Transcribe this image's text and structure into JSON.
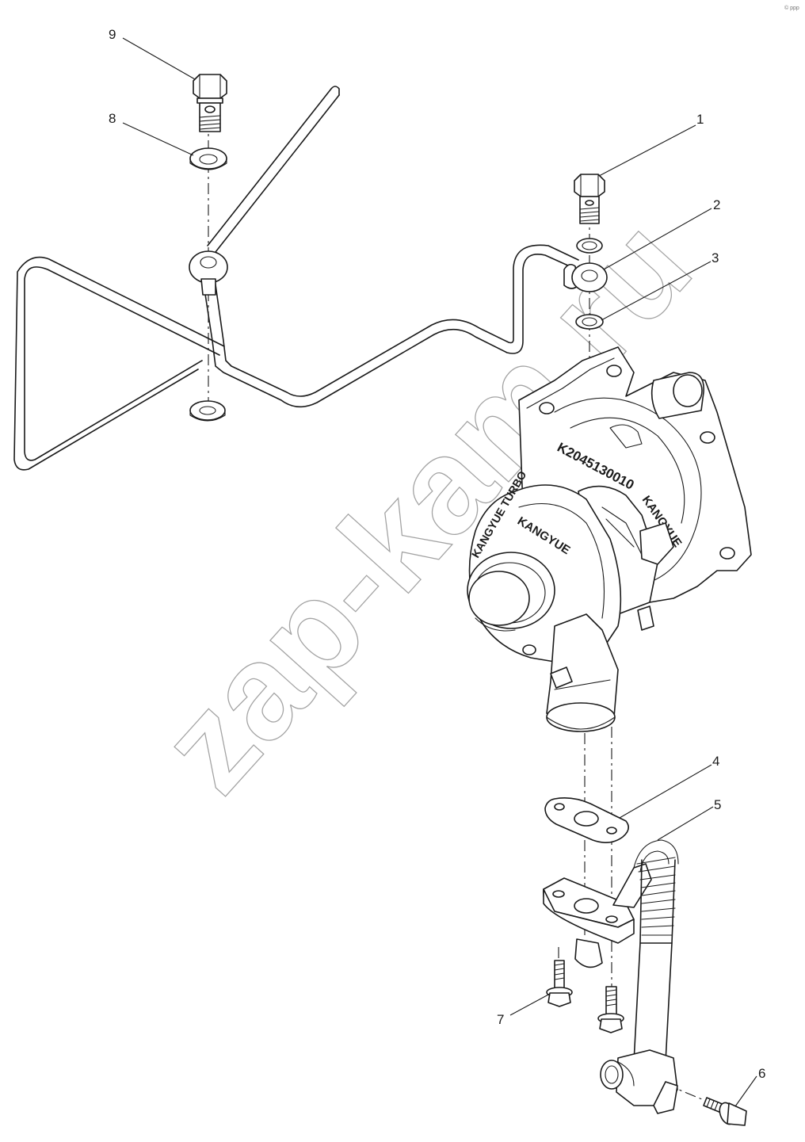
{
  "callouts": [
    {
      "id": "callout-1",
      "label": "1"
    },
    {
      "id": "callout-2",
      "label": "2"
    },
    {
      "id": "callout-3",
      "label": "3"
    },
    {
      "id": "callout-4",
      "label": "4"
    },
    {
      "id": "callout-5",
      "label": "5"
    },
    {
      "id": "callout-6",
      "label": "6"
    },
    {
      "id": "callout-7",
      "label": "7"
    },
    {
      "id": "callout-8",
      "label": "8"
    },
    {
      "id": "callout-9",
      "label": "9"
    }
  ],
  "stamps": {
    "part_number": "K2045130010",
    "brand_compressor": "KANGYUE",
    "brand_turbine": "KANGYUE",
    "model": "KANGYUE TURBO"
  },
  "watermark": "zap-kam.ru",
  "corner_mark": "© ppp",
  "colors": {
    "line": "#1a1a1a",
    "background": "#ffffff",
    "watermark": "#9a9a9a"
  }
}
